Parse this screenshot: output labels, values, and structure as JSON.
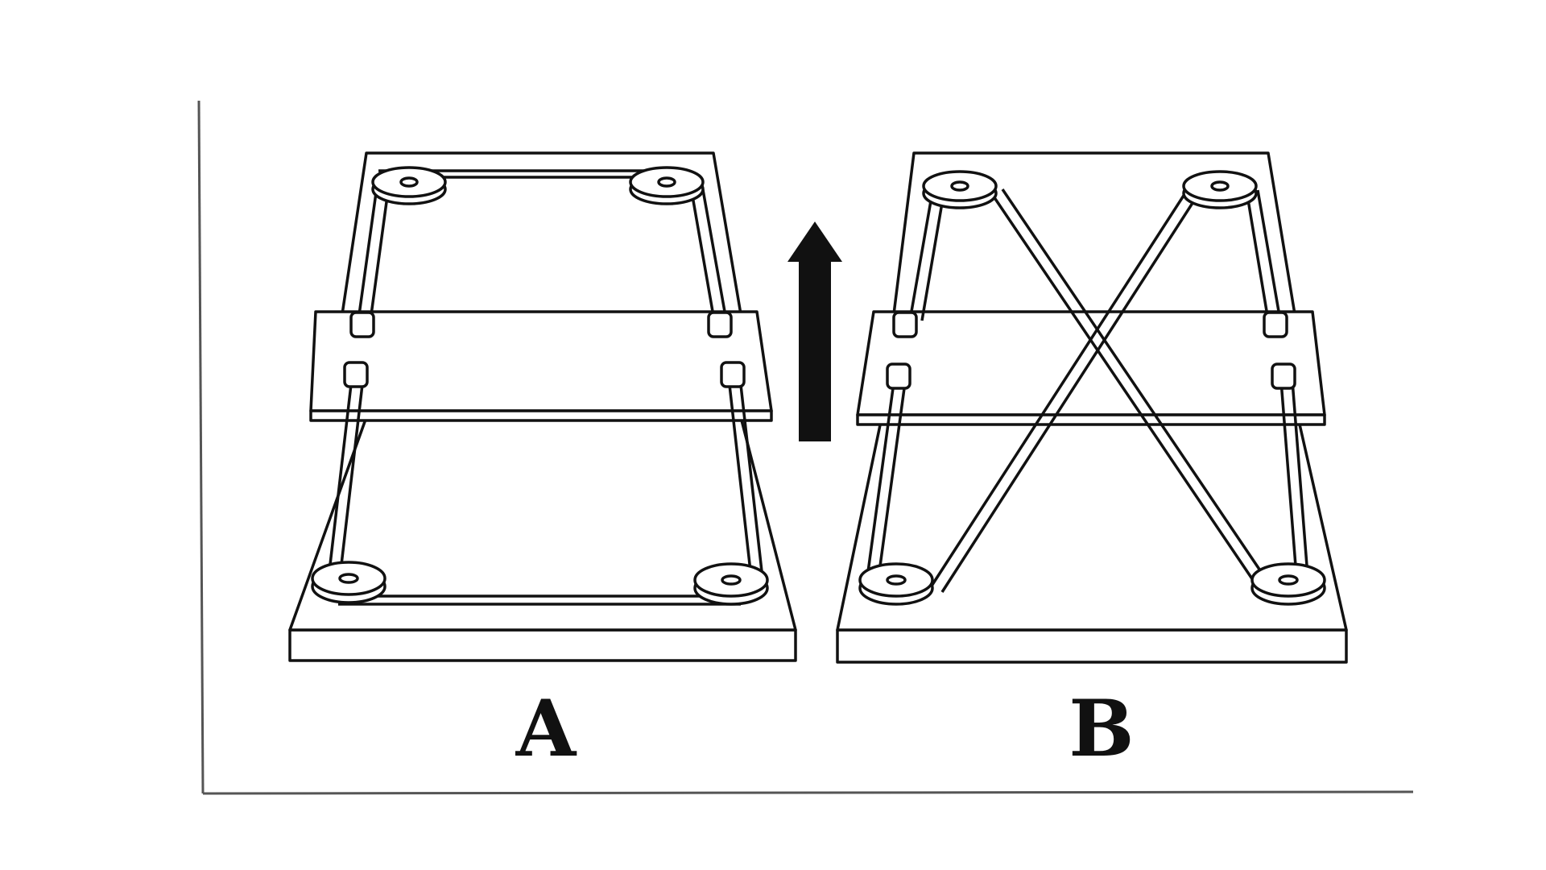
{
  "figure": {
    "panels": [
      {
        "label": "A",
        "belt": "open",
        "pulleys": 4
      },
      {
        "label": "B",
        "belt": "crossed",
        "pulleys": 4
      }
    ],
    "arrow": {
      "direction": "up"
    }
  },
  "colors": {
    "ink": "#111111",
    "fill": "#ffffff",
    "frame": "#555555"
  }
}
